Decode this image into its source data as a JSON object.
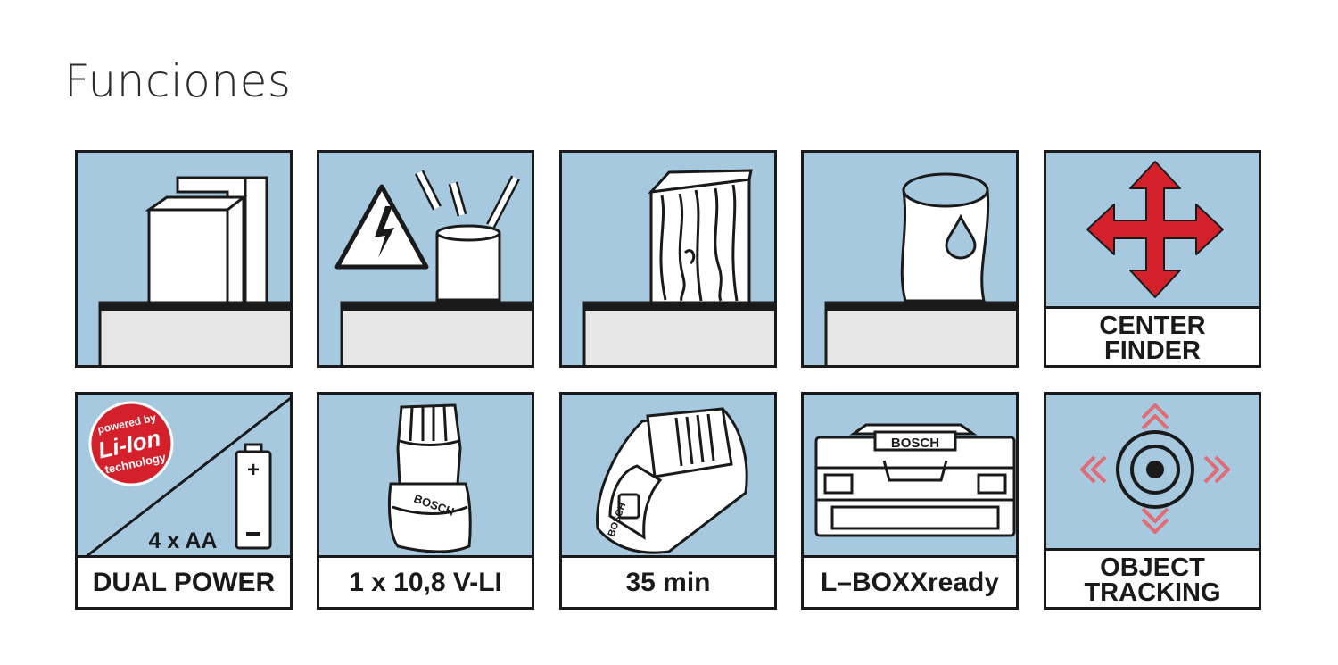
{
  "page": {
    "title": "Funciones"
  },
  "colors": {
    "tile_bg": "#a6c9e0",
    "border": "#1a1a1a",
    "accent_red": "#d4202a",
    "pale_red": "#e26a72"
  },
  "features": {
    "center_finder": {
      "icon": "red-cross-arrows-icon",
      "line1": "CENTER",
      "line2": "FINDER"
    },
    "dual_power": {
      "icon": "battery-icon",
      "badge_line1": "powered by",
      "badge_line2": "Li-Ion",
      "badge_line3": "technology",
      "battery_label": "4 x AA",
      "caption": "DUAL POWER"
    },
    "battery_pack": {
      "icon": "battery-pack-icon",
      "brand": "BOSCH",
      "caption": "1 x 10,8 V-LI"
    },
    "charger": {
      "icon": "charger-icon",
      "brand": "BOSCH",
      "caption": "35 min"
    },
    "lboxx": {
      "icon": "case-icon",
      "brand": "BOSCH",
      "caption": "L–BOXXready"
    },
    "object_tracking": {
      "icon": "target-icon",
      "line1": "OBJECT",
      "line2": "TRACKING"
    }
  }
}
